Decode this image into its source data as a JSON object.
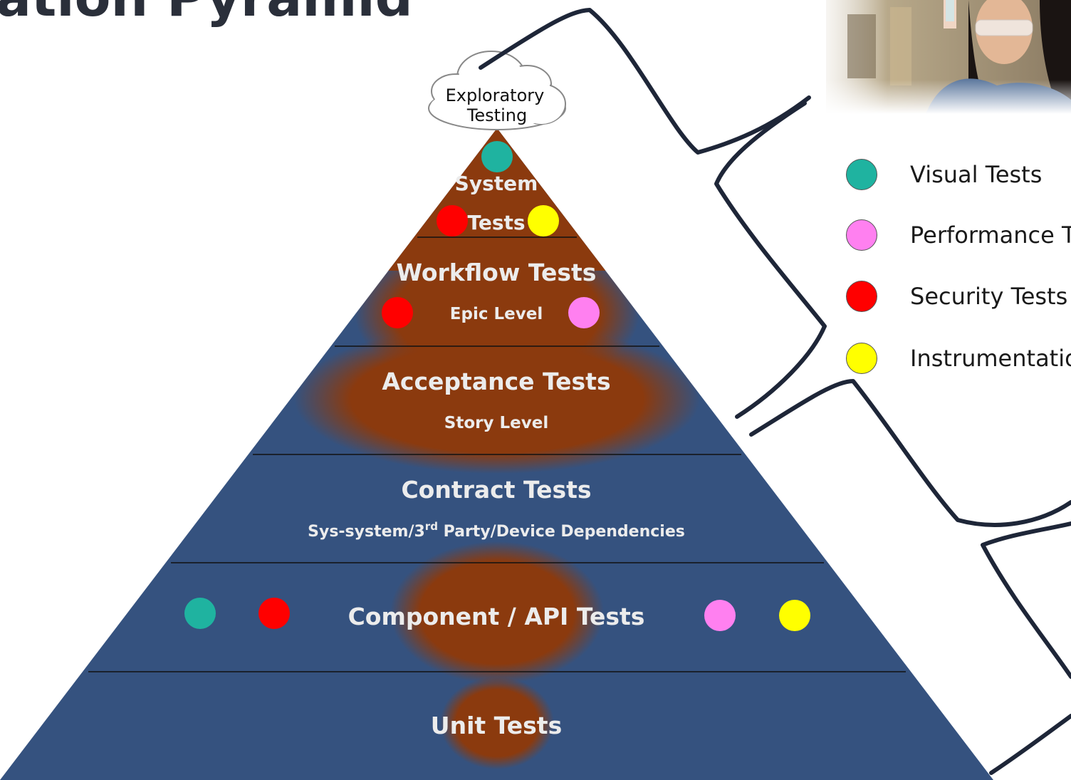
{
  "title": "ation Pyramid",
  "cloud_label": [
    "Exploratory",
    "Testing"
  ],
  "layers": [
    {
      "name": "System",
      "name2": "Tests",
      "sub": ""
    },
    {
      "name": "Workflow Tests",
      "sub": "Epic Level"
    },
    {
      "name": "Acceptance Tests",
      "sub": "Story Level"
    },
    {
      "name": "Contract Tests",
      "sub_prefix": "Sys-system/3",
      "sub_sup": "rd",
      "sub_suffix": " Party/Device Dependencies"
    },
    {
      "name": "Component / API Tests",
      "sub": ""
    },
    {
      "name": "Unit Tests",
      "sub": ""
    }
  ],
  "legend": [
    {
      "label": "Visual Tests",
      "color": "#1fb3a0"
    },
    {
      "label": "Performance T",
      "color": "#ff80f0"
    },
    {
      "label": "Security Tests",
      "color": "#ff0000"
    },
    {
      "label": "Instrumentatio",
      "color": "#ffff00"
    }
  ],
  "colors": {
    "pyramid_blue": "#35527f",
    "highlight_brown": "#8b3a0e",
    "visual": "#1fb3a0",
    "performance": "#ff80f0",
    "security": "#ff0000",
    "instrumentation": "#ffff00",
    "bracket": "#1e2638"
  }
}
